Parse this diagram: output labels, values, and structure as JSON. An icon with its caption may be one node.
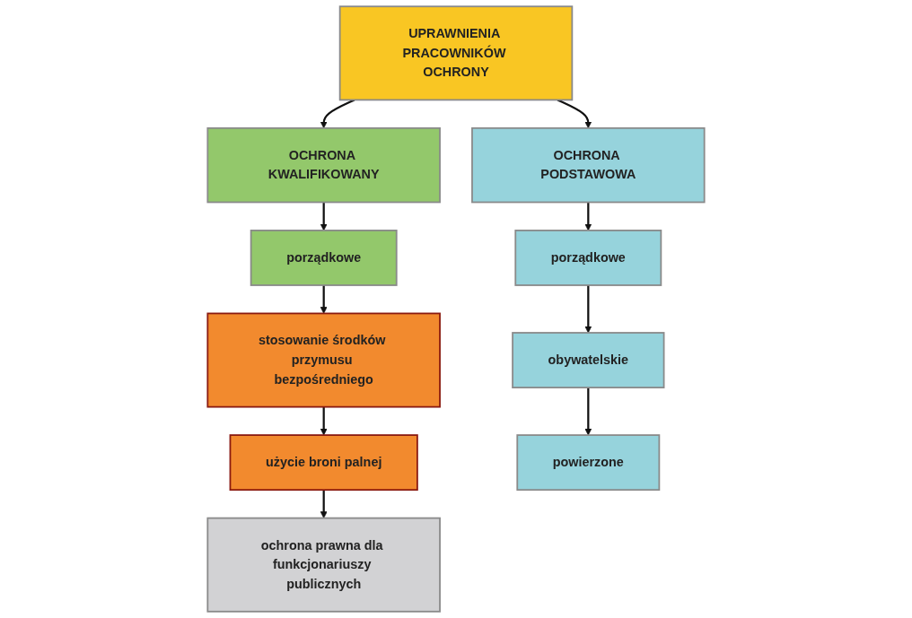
{
  "diagram": {
    "nodes": [
      {
        "text": [
          "UPRAWNIENIA PRACOWNIKÓW OCHRONY"
        ]
      },
      {
        "text": [
          "OCHRONA KWALIFIKOWANY"
        ]
      },
      {
        "text": [
          "OCHRONA PODSTAWOWA"
        ]
      },
      {
        "text": [
          "porządkowe"
        ]
      },
      {
        "text": [
          "stosowanie środków przymusu bezpośredniego"
        ]
      },
      {
        "text": [
          "użycie broni palnej"
        ]
      },
      {
        "text": [
          "ochrona prawna dla funkcjonariuszy publicznych"
        ]
      },
      {
        "text": [
          "porządkowe"
        ]
      },
      {
        "text": [
          "obywatelskie"
        ]
      },
      {
        "text": [
          "powierzone"
        ]
      }
    ],
    "edges": [
      {
        "from": 0,
        "to": 1,
        "arrow": "to"
      },
      {
        "from": 0,
        "to": 2,
        "arrow": "to"
      },
      {
        "from": 1,
        "to": 3,
        "arrow": "to"
      },
      {
        "from": 3,
        "to": 4,
        "arrow": "to"
      },
      {
        "from": 4,
        "to": 5,
        "arrow": "to"
      },
      {
        "from": 5,
        "to": 6,
        "arrow": "to"
      },
      {
        "from": 2,
        "to": 7,
        "arrow": "to"
      },
      {
        "from": 7,
        "to": 8,
        "arrow": "to"
      },
      {
        "from": 8,
        "to": 9,
        "arrow": "to"
      }
    ]
  }
}
